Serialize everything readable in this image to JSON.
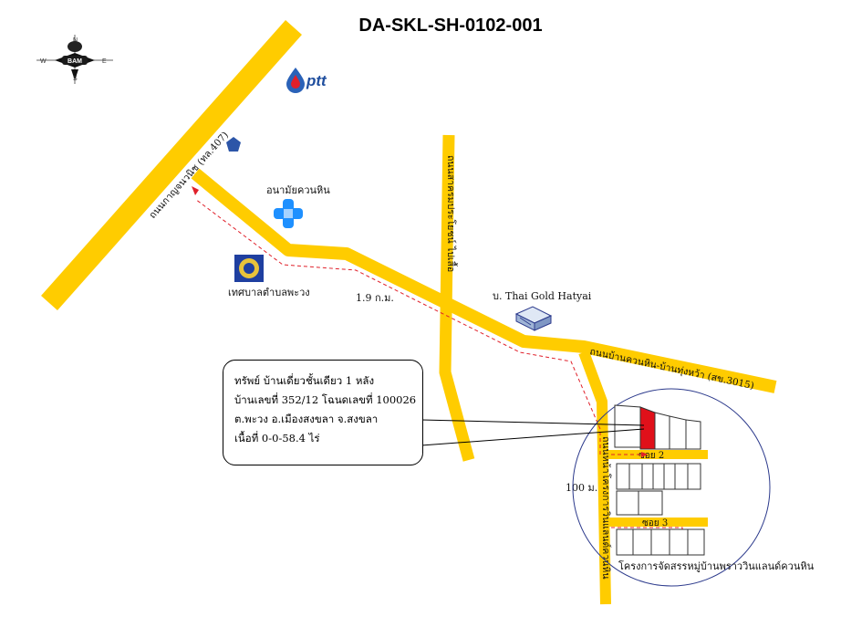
{
  "title": "DA-SKL-SH-0102-001",
  "compass": {
    "n": "N",
    "s": "S",
    "e": "E",
    "w": "W",
    "brand": "BAM"
  },
  "ptt_logo_text": "ptt",
  "roads": {
    "highway_407": "ถนนกาญจนวนิช (ทล.407)",
    "road_3015": "ถนนบ้านควนหิน-บ้านทุ่งหว้า (สข.3015)",
    "road_middle": "ถนนสาครมประโยชน์ ไปเสื้อ",
    "road_project": "ถนนหน้าโครงการวินแลนด์ควนหิน",
    "soi_2": "ซอย 2",
    "soi_3": "ซอย 3"
  },
  "landmarks": {
    "health_center": "อนามัยควนหิน",
    "municipality": "เทศบาลตำบลพะวง",
    "thai_gold": "บ. Thai Gold Hatyai",
    "project": "โครงการจัดสรรหมู่บ้านพราววินแลนด์ควนหิน"
  },
  "distances": {
    "main": "1.9 ก.ม.",
    "soi": "100 ม."
  },
  "callout": {
    "line1": "ทรัพย์ บ้านเดี่ยวชั้นเดียว 1 หลัง",
    "line2": "บ้านเลขที่ 352/12 โฉนดเลขที่ 100026",
    "line3": "ต.พะวง อ.เมืองสงขลา จ.สงขลา",
    "line4": "เนื้อที่ 0-0-58.4 ไร่"
  },
  "colors": {
    "road": "#FFCC00",
    "route": "#e0202a",
    "property": "#e0101a",
    "circle": "#2c3a8c",
    "health_icon": "#1e90ff",
    "pentagon": "#2c55a8"
  }
}
